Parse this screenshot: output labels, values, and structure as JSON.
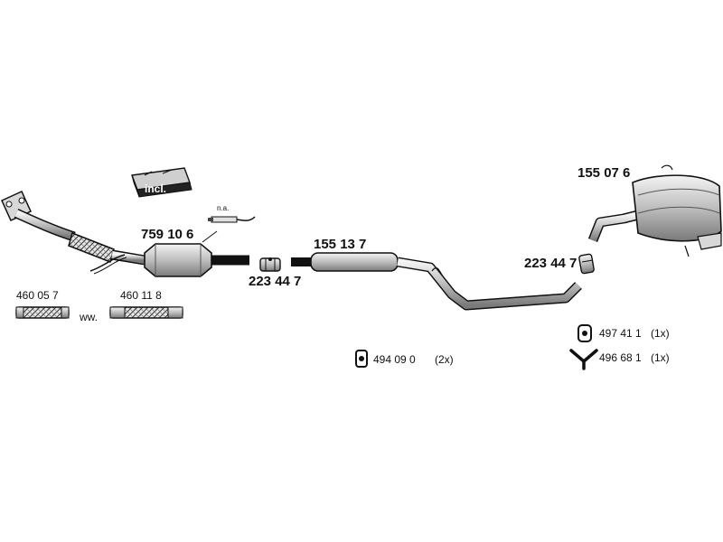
{
  "parts": {
    "catalytic_converter": "759 10 6",
    "center_silencer": "155 13 7",
    "rear_silencer": "155 07 6",
    "clamp_front": "223 44 7",
    "clamp_rear": "223 44 7",
    "flex_pipe_a": "460 05 7",
    "flex_pipe_b": "460 11 8"
  },
  "notes": {
    "incl_box": "incl.",
    "lambda_na": "n.a.",
    "alternative": "ww."
  },
  "accessories": [
    {
      "part": "494 09 0",
      "qty": "(2x)",
      "icon": "rubber-mount-icon"
    },
    {
      "part": "497 41 1",
      "qty": "(1x)",
      "icon": "rubber-mount-icon"
    },
    {
      "part": "496 68 1",
      "qty": "(1x)",
      "icon": "hanger-bracket-icon"
    }
  ],
  "colors": {
    "line": "#111111",
    "shade": "#9a9a9a",
    "light": "#dedede"
  }
}
